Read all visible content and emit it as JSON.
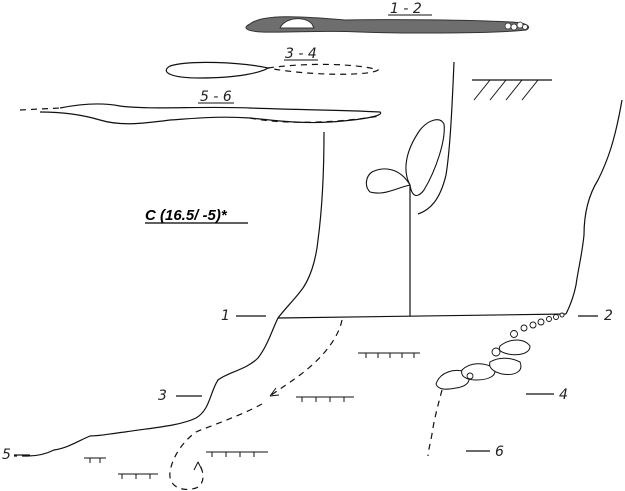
{
  "diagram": {
    "title": "C (16.5/ -5)*",
    "sections": [
      {
        "id": "s12",
        "label": "1 - 2"
      },
      {
        "id": "s34",
        "label": "3 - 4"
      },
      {
        "id": "s56",
        "label": "5 - 6"
      }
    ],
    "markers": [
      {
        "id": "m1",
        "label": "1"
      },
      {
        "id": "m2",
        "label": "2"
      },
      {
        "id": "m3",
        "label": "3"
      },
      {
        "id": "m4",
        "label": "4"
      },
      {
        "id": "m5",
        "label": "5"
      },
      {
        "id": "m6",
        "label": "6"
      }
    ]
  }
}
